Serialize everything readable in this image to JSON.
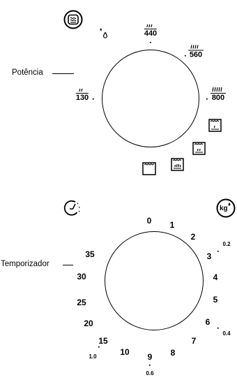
{
  "power_section": {
    "label": "Potência",
    "defrost_symbol": "*",
    "levels": [
      "130",
      "440",
      "560",
      "800"
    ]
  },
  "timer_section": {
    "label": "Temporizador",
    "numbers": [
      "0",
      "1",
      "2",
      "3",
      "4",
      "5",
      "6",
      "7",
      "8",
      "9",
      "10",
      "15",
      "20",
      "25",
      "30",
      "35"
    ],
    "weights": [
      "0.2",
      "0.4",
      "0.6",
      "1.0"
    ],
    "kg_icon_text": "kg"
  }
}
